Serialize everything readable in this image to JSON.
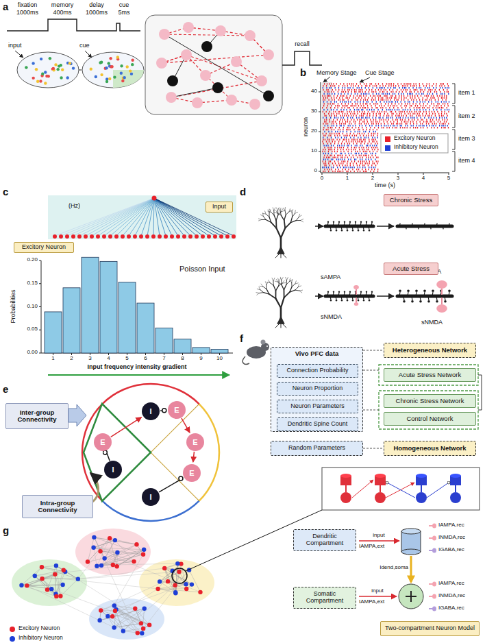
{
  "diagram": {
    "nodes": [
      {
        "text": [
          "Input"
        ]
      },
      {
        "text": [
          "Excitory Neuron"
        ]
      },
      {
        "text": [
          "Chronic Stress"
        ]
      },
      {
        "text": [
          "Acute Stress"
        ]
      },
      {
        "text": [
          "Inter-group Connectivity"
        ]
      },
      {
        "text": [
          "Intra-group Connectivity"
        ]
      },
      {
        "text": [
          "E"
        ]
      },
      {
        "text": [
          "I"
        ]
      },
      {
        "text": [
          "E"
        ]
      },
      {
        "text": [
          "I"
        ]
      },
      {
        "text": [
          "E"
        ]
      },
      {
        "text": [
          "E"
        ]
      },
      {
        "text": [
          "I"
        ]
      },
      {
        "text": [
          "Vivo PFC data"
        ]
      },
      {
        "text": [
          "Connection Probability"
        ],
        "in": 13
      },
      {
        "text": [
          "Neuron Proportion"
        ],
        "in": 13
      },
      {
        "text": [
          "Neuron Parameters"
        ],
        "in": 13
      },
      {
        "text": [
          "Dendritic Spine Count"
        ],
        "in": 13
      },
      {
        "text": [
          "Heterogeneous Network"
        ]
      },
      {
        "text": [
          "Acute Stress Network"
        ]
      },
      {
        "text": [
          "Chronic Stress Network"
        ]
      },
      {
        "text": [
          "Control Network"
        ]
      },
      {
        "text": [
          "Random Parameters"
        ]
      },
      {
        "text": [
          "Homogeneous Network"
        ]
      },
      {
        "text": [
          "Dendritic Compartment"
        ]
      },
      {
        "text": [
          "Somatic Compartment"
        ]
      },
      {
        "text": [
          "Two-compartment Neuron Model"
        ]
      }
    ],
    "edges": [
      {
        "from": 6,
        "to": 7,
        "arrow": "to"
      },
      {
        "from": 7,
        "to": 8,
        "arrow": "to"
      },
      {
        "from": 8,
        "to": 10,
        "arrow": "to"
      },
      {
        "from": 10,
        "to": 11,
        "arrow": "to"
      },
      {
        "from": 12,
        "to": 11,
        "arrow": "to"
      },
      {
        "from": 9,
        "to": 6,
        "arrow": "to"
      }
    ],
    "labels": [
      "a",
      "b",
      "c",
      "d",
      "e",
      "f",
      "g",
      "fixation",
      "1000ms",
      "memory",
      "400ms",
      "delay",
      "1000ms",
      "cue",
      "5ms",
      "input",
      "cue",
      "recall",
      "Memory Stage",
      "Cue Stage",
      "neuron",
      "0",
      "10",
      "20",
      "30",
      "40",
      "0",
      "1",
      "2",
      "3",
      "4",
      "5",
      "time (s)",
      "item 1",
      "item 2",
      "item 3",
      "item 4",
      "(Hz)",
      "Poisson Input",
      "Probabilities",
      "0.00",
      "0.05",
      "0.10",
      "0.15",
      "0.20",
      "1",
      "2",
      "3",
      "4",
      "5",
      "6",
      "7",
      "8",
      "9",
      "10",
      "Input frequency intensity gradient",
      "sAMPA",
      "sAMPA",
      "sNMDA",
      "sNMDA",
      "IAMPA,ext",
      "input",
      "IAMPA,ext",
      "input",
      "Idend,soma",
      "IAMPA,rec",
      "INMDA,rec",
      "IGABA,rec",
      "IAMPA,rec",
      "INMDA,rec",
      "IGABA,rec"
    ],
    "legend": [
      {
        "text": "Excitory Neuron",
        "color": "#e8212b"
      },
      {
        "text": "Inhibitory Neuron",
        "color": "#1f3fd6"
      },
      {
        "text": "Excitory Neuron",
        "color": "#e8212b"
      },
      {
        "text": "Inhibitory Neuron",
        "color": "#1f3fd6"
      }
    ]
  }
}
